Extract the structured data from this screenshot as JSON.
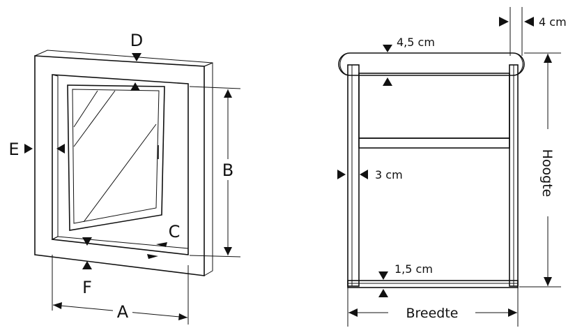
{
  "window_diagram": {
    "labels": {
      "a": "A",
      "b": "B",
      "c": "C",
      "d": "D",
      "e": "E",
      "f": "F"
    }
  },
  "blind_diagram": {
    "labels": {
      "side_clearance": "4 cm",
      "roller_top": "4,5 cm",
      "side_rail": "3 cm",
      "bottom": "1,5 cm",
      "width": "Breedte",
      "height": "Hoogte"
    }
  },
  "colors": {
    "glass": "#cfe7f7",
    "fabric": "#d2d2d2",
    "frame_shadow": "#bdbdbd",
    "line": "#111111"
  }
}
